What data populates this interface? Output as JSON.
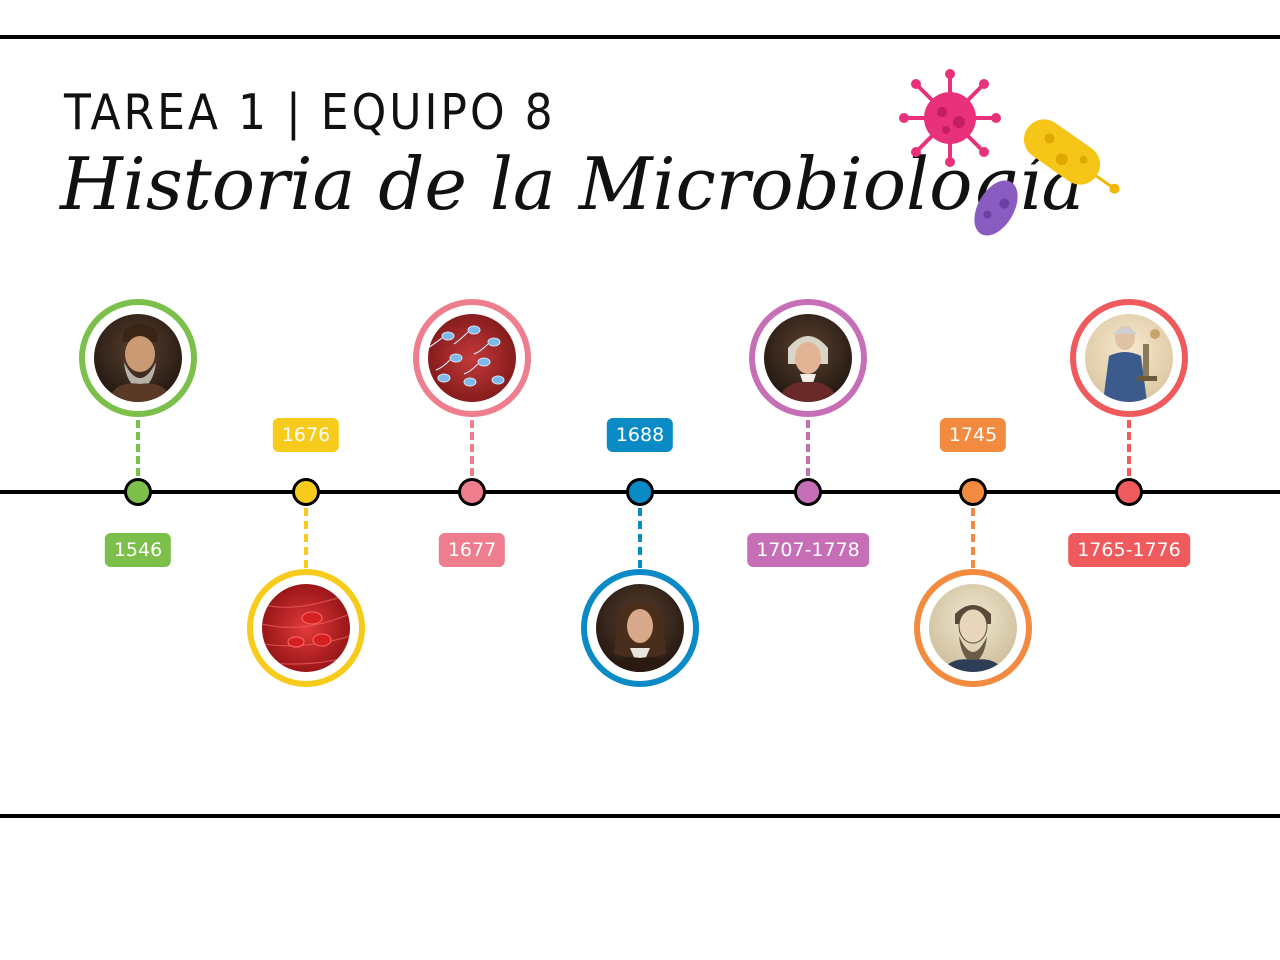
{
  "header": {
    "subtitle": "TAREA 1 | EQUIPO 8",
    "title": "Historia de la Microbiología"
  },
  "decorations": [
    "virus-icon",
    "bacillus-icon",
    "bacterium-icon"
  ],
  "timeline": {
    "events": [
      {
        "date": "1546",
        "color": "#7cc04b",
        "image": "bearded-man-portrait"
      },
      {
        "date": "1676",
        "color": "#f7cb1b",
        "image": "red-blood-cells"
      },
      {
        "date": "1677",
        "color": "#ee7e8d",
        "image": "spermatozoa"
      },
      {
        "date": "1688",
        "color": "#0b8bc6",
        "image": "curly-wig-portrait"
      },
      {
        "date": "1707-1778",
        "color": "#c66fb6",
        "image": "powdered-wig-portrait"
      },
      {
        "date": "1745",
        "color": "#f28b3f",
        "image": "bearded-scholar-portrait"
      },
      {
        "date": "1765-1776",
        "color": "#ef5a5d",
        "image": "scientist-with-microscope"
      }
    ]
  }
}
